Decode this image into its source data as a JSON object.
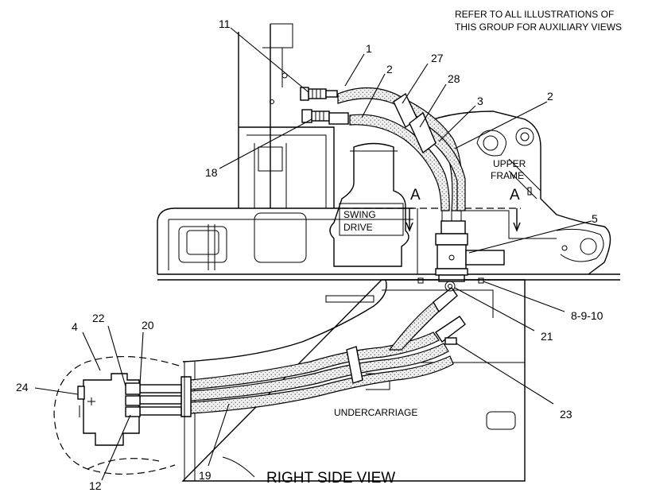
{
  "note_lines": [
    "REFER TO ALL ILLUSTRATIONS OF",
    "THIS GROUP FOR AUXILIARY VIEWS"
  ],
  "view_title": "RIGHT SIDE VIEW",
  "regions": {
    "upper_frame": [
      "UPPER",
      "FRAME"
    ],
    "swing_drive": [
      "SWING",
      "DRIVE"
    ],
    "undercarriage": "UNDERCARRIAGE"
  },
  "section_marks": [
    "A",
    "A"
  ],
  "callouts": [
    "11",
    "1",
    "27",
    "2",
    "28",
    "3",
    "2",
    "18",
    "5",
    "8-9-10",
    "21",
    "23",
    "4",
    "22",
    "20",
    "24",
    "12",
    "19"
  ]
}
